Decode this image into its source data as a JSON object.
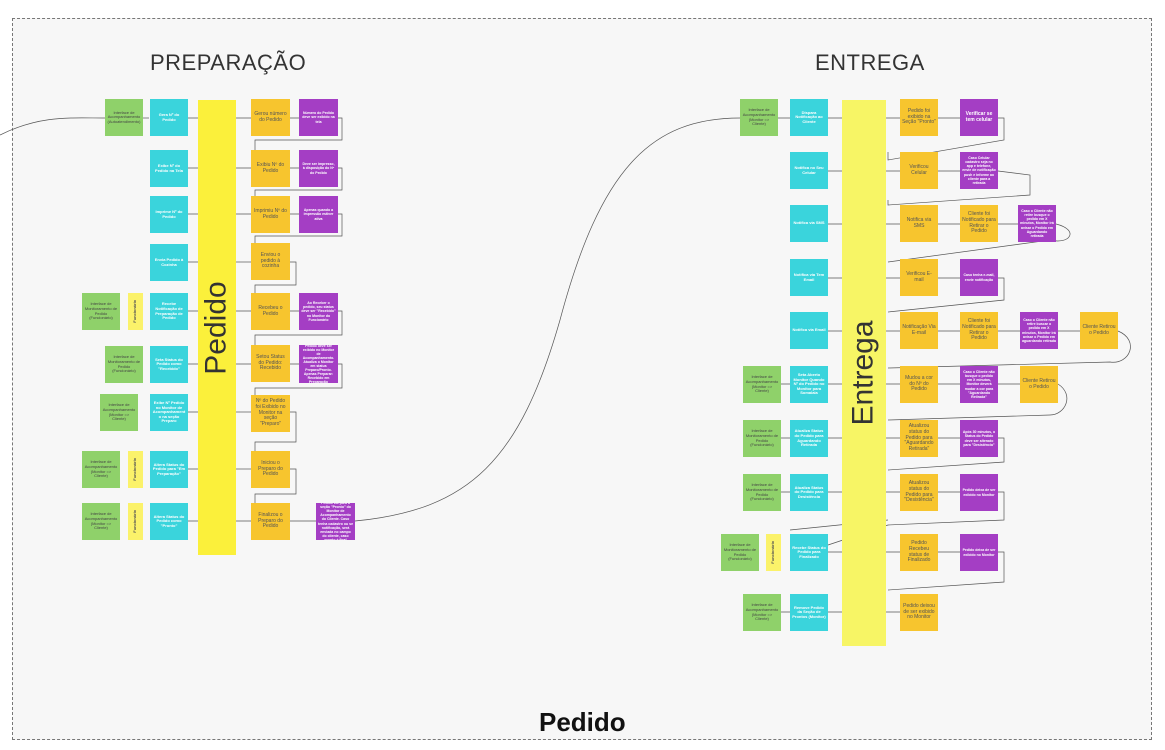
{
  "frame_title": "Pedido",
  "sections": {
    "preparacao": "PREPARAÇÃO",
    "entrega": "ENTREGA"
  },
  "bars": {
    "pedido": "Pedido",
    "entrega": "Entrega"
  },
  "colors": {
    "green": "#8fd16a",
    "cyan": "#3ad4dc",
    "orange": "#f7c52e",
    "purple": "#a43ec4",
    "light_yellow": "#fbf26a",
    "bar_yellow": "#fbf03b"
  },
  "prep": {
    "n1": "Interface de Acompanhamento (Autoatendimento)",
    "n2": "Gera Nº do Pedido",
    "n3": "Gerou número do Pedido",
    "n4": "Número do Pedido deve ser exibido na tela",
    "n5": "Exibe Nº do Pedido na Tela",
    "n6": "Exibiu Nº do Pedido",
    "n7": "Deve ser impresso, à disposição do Nº do Pedido",
    "n8": "Imprime Nº do Pedido",
    "n9": "Imprimiu Nº do Pedido",
    "n10": "Apenas quando a impressão estiver ativa",
    "n11": "Envia Pedido à Cozinha",
    "n12": "Enviou o pedido à cozinha",
    "n13": "Interface de Monitoramento de Pedido (Funcionário)",
    "n14": "Funcionário",
    "n15": "Recebe Notificação de Preparação de Pedido",
    "n16": "Recebeu o Pedido",
    "n17": "Ao Receber o pedido, seu status deve ser \"Recebido\" no Monitor do Funcionário",
    "n18": "Interface de Monitoramento de Pedido (Funcionário)",
    "n19": "Seta Status do Pedido como \"Recebido\"",
    "n20": "Setou Status do Pedido: Recebido",
    "n21": "Pedido deve ser exibido no Monitor de Acompanhamento. Atualiza o Monitor em status Preparo/Pronto. Apenas Preparar: Recebido em Preparação",
    "n22": "Interface de Acompanhamento (Monitor => Cliente)",
    "n23": "Exibe Nº Pedido no Monitor de Acompanhamento na seção Preparo",
    "n24": "Nº do Pedido foi Exibido no Monitor na seção \"Preparo\"",
    "n25": "Interface de Acompanhamento (Monitor => Cliente)",
    "n26": "Funcionário",
    "n27": "Altera Status do Pedido para \"Em Preparação\"",
    "n28": "Iniciou o Preparo do Pedido",
    "n29": "Interface de Acompanhamento (Monitor => Cliente)",
    "n30": "Funcionário",
    "n31": "Altera Status do Pedido como \"Pronto\"",
    "n32": "Finalizou o Preparo do Pedido",
    "n33": "Pedido vai para a seção \"Pronto\" do Monitor de Acompanhamento do Cliente. Caso tenha cadastro ou se notificação, será enviada no campo do cliente, caso pronto é final"
  },
  "ent": {
    "e1": "Interface de Acompanhamento (Monitor => Cliente)",
    "e2": "Dispara Notificação ao Cliente",
    "e3": "Pedido foi exibido na Seção \"Pronto\"",
    "e4": "Verificar se tem celular",
    "e5": "Notifica no Seu Celular",
    "e6": "Verificou Celular",
    "e7": "Caso Celular cadastro seja no app e telefone, envie de notificação push e informe ao cliente para a retirada",
    "e8": "Notifica via SMS",
    "e9": "Notifica via SMS",
    "e10": "Cliente foi Notificado para Retirar o Pedido",
    "e11": "Caso o Cliente não retire busque o pedido em X minutos, Monitor irá avisar o Pedido em Aguardando retirada",
    "e12": "Notifica via Tem Email",
    "e13": "Verificou E-mail",
    "e14": "Caso tenha e-mail, envie notificação",
    "e15": "Notifica via Email",
    "e16": "Notificação Via E-mail",
    "e17": "Cliente foi Notificado para Retirar o Pedido",
    "e18": "Caso o Cliente não retire buscar o pedido em X minutos, Monitor irá avisar o Pedido em aguardando retirada",
    "e19": "Cliente Retirou o Pedido",
    "e20": "Interface de Acompanhamento (Monitor => Cliente)",
    "e21": "Seta Aberto Monitor Quando Nº do Pedido no Monitor para Somalaia",
    "e22": "Mudou a cor do Nº do Pedido",
    "e23": "Caso o Cliente não busque o pedido em X minutos, Monitor deverá mudar a cor para \"Aguardando Retirada\"",
    "e24": "Cliente Retirou o Pedido",
    "e25": "Interface de Monitoramento de Pedido (Funcionário)",
    "e26": "Atualiza Status do Pedido para Aguardando Retirada",
    "e27": "Atualizou status do Pedido para \"Aguardando Retirada\"",
    "e28": "Após 30 minutos, o Status do Pedido deve ser alterado para \"Desistência\"",
    "e29": "Interface de Monitoramento de Pedido (Funcionário)",
    "e30": "Atualiza Status do Pedido para Desistência",
    "e31": "Atualizou status do Pedido para \"Desistência\"",
    "e32": "Pedido deixa de ser exibido no Monitor",
    "e33": "Interface de Monitoramento de Pedido (Funcionário)",
    "e34": "Funcionário",
    "e35": "Recebe Status do Pedido para Finalizado",
    "e36": "Pedido Recebeu status de Finalizado",
    "e37": "Pedido deixa de ser exibido no Monitor",
    "e38": "Interface de Acompanhamento (Monitor => Cliente)",
    "e39": "Remove Pedido da Seção de Prontos (Monitor)",
    "e40": "Pedido deixou de ser exibido no Monitor"
  }
}
